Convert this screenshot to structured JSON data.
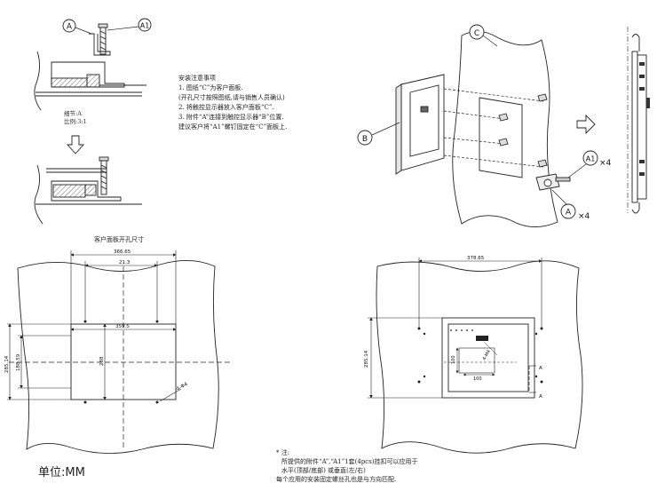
{
  "callouts": {
    "a": "A",
    "a1": "A1",
    "b": "B",
    "c": "C",
    "a_bottom": "A",
    "a1_right": "A1",
    "qty_a1": "×4",
    "qty_a": "×4"
  },
  "detail": {
    "caption_line1": "细节:A",
    "caption_line2": "比例:3:1"
  },
  "notes": {
    "title": "安装注意事项",
    "lines": [
      "1. 图纸“C”为客户面板.",
      "  (开孔尺寸按照图纸,请与销售人员确认)",
      "2. 将触控显示器放入客户面板“C”.",
      "3. 附件“A”连接到触控显示器“B”位置.",
      "  建议客户将“A1”螺钉固定在“C”面板上."
    ]
  },
  "cutout": {
    "title": "客户面板开孔尺寸",
    "dim_top_outer": "366.65",
    "dim_top_inner": "21.3",
    "dim_center_width": "359.5",
    "dim_left_outer": "285.14",
    "dim_left_inner": "188.59",
    "dim_center_height": "288",
    "hole_note": "4-Φ4"
  },
  "panel": {
    "dim_top": "378.65",
    "dim_left": "285.14",
    "dim_inner_height": "100",
    "dim_inner_width": "100",
    "hole_note": "4-M4",
    "section_a_upper": "A",
    "section_a_lower": "A"
  },
  "bottom_note": {
    "heading": "* 注:",
    "lines": [
      "所提供的附件“A”,“A1”1套(4pcs)挂扣可以应用于",
      "水平(顶部/底部) 或垂直(左/右)",
      "每个应用的安装固定螺丝孔也是与方向匹配."
    ]
  },
  "unit": "单位:MM"
}
